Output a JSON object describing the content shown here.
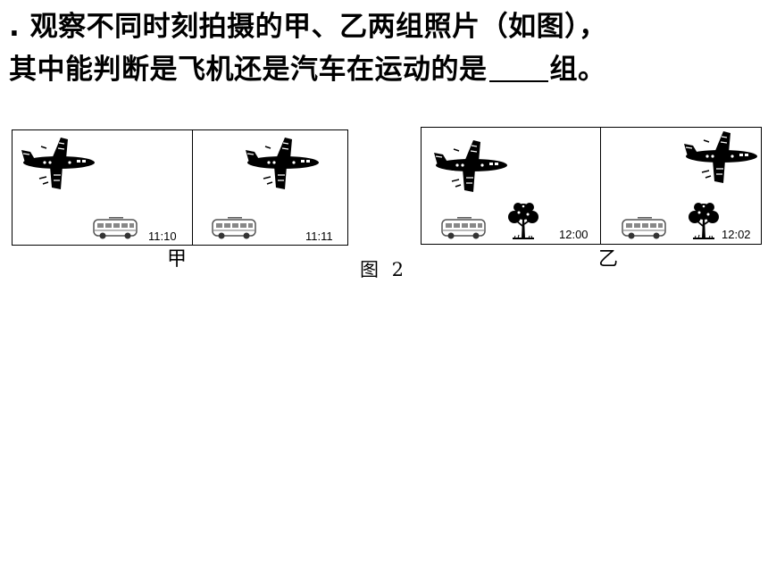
{
  "question": {
    "line1": ". 观察不同时刻拍摄的甲、乙两组照片（如图），",
    "line2_part1": "其中能判断是飞机还是汽车在运动的是",
    "line2_part2": "组。"
  },
  "group_jia": {
    "caption": "甲",
    "time_left": "11:10",
    "time_right": "11:11"
  },
  "group_yi": {
    "caption": "乙",
    "time_left": "12:00",
    "time_right": "12:02"
  },
  "figure_label": "图 2",
  "icons": [
    "airplane-icon",
    "bus-icon",
    "tree-icon"
  ]
}
